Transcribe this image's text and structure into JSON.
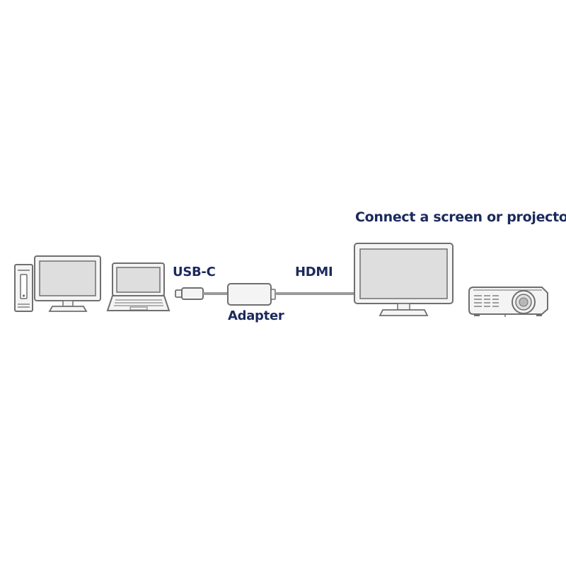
{
  "labels": {
    "title": "Connect a screen or projector",
    "usb_c": "USB-C",
    "hdmi": "HDMI",
    "adapter": "Adapter"
  },
  "colors": {
    "text": "#1b2a5c",
    "outline": "#6f6f6f",
    "fill": "#f4f4f4",
    "screen": "#dedede",
    "cable": "#9a9a9a"
  },
  "icons": [
    "desktop-tower-icon",
    "desktop-monitor-icon",
    "laptop-icon",
    "usb-c-plug-icon",
    "adapter-icon",
    "monitor-icon",
    "projector-icon"
  ]
}
